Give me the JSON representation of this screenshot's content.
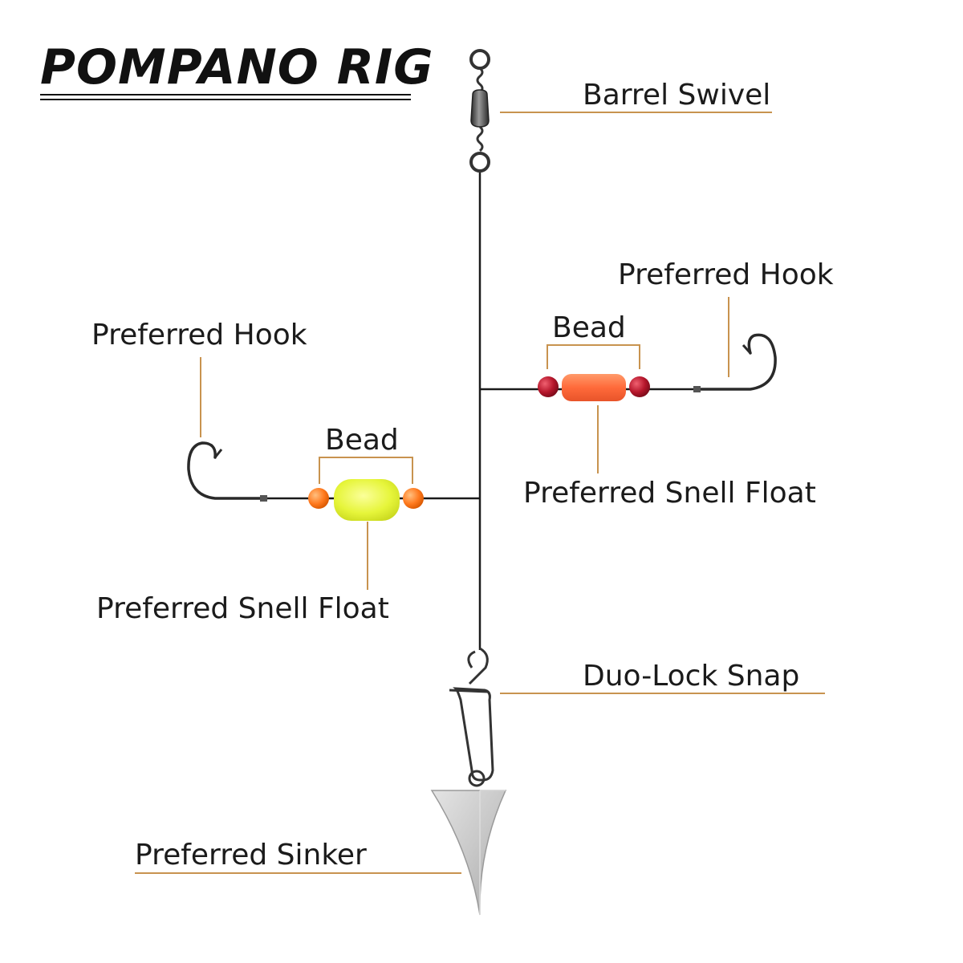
{
  "title": "POMPANO RIG",
  "labels": {
    "barrel_swivel": "Barrel Swivel",
    "hook_right": "Preferred Hook",
    "hook_left": "Preferred Hook",
    "bead_right": "Bead",
    "bead_left": "Bead",
    "float_right": "Preferred Snell Float",
    "float_left": "Preferred Snell Float",
    "snap": "Duo-Lock Snap",
    "sinker": "Preferred Sinker"
  },
  "colors": {
    "callout": "#c8934f",
    "line": "#1a1a1a",
    "float_right": "#ff6a3a",
    "float_left": "#e6f53a",
    "beads_right": "#b5162b",
    "beads_left": "#ff7a1f",
    "sinker": "#c9c9c9"
  }
}
